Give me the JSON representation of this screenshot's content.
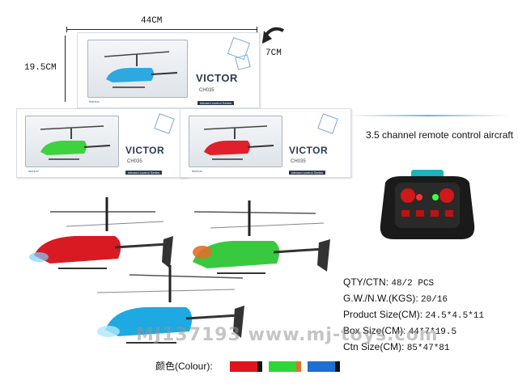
{
  "dimensions": {
    "width": "44CM",
    "height": "19.5CM",
    "depth": "7CM"
  },
  "box": {
    "brand": "VICTOR",
    "model": "CH035",
    "series": "infrared control Series",
    "tag": "fashion"
  },
  "caption": "3.5 channel remote control aircraft",
  "specs": [
    {
      "label": "QTY/CTN:",
      "value": "48/2 PCS"
    },
    {
      "label": "G.W./N.W.(KGS):",
      "value": "20/16"
    },
    {
      "label": "Product Size(CM):",
      "value": "24.5*4.5*11"
    },
    {
      "label": "Box Size(CM):",
      "value": "44*7*19.5"
    },
    {
      "label": "Ctn Size(CM):",
      "value": "85*47*81"
    }
  ],
  "colour_label": "颜色(Colour):",
  "colours": [
    "#e0141c",
    "#2fd636",
    "#1d6fd0"
  ],
  "watermark": "MJ137193 www.mj-toys.com",
  "icons": {
    "rotate_arrow": "curved-arrow-icon",
    "remote": "remote-control-icon"
  }
}
